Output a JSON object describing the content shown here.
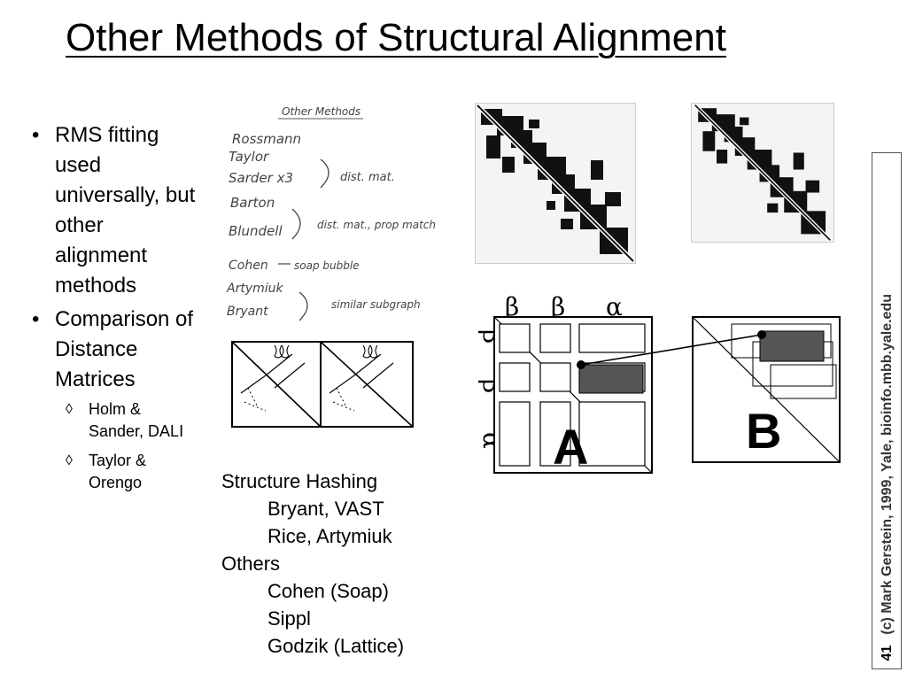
{
  "slide": {
    "title": "Other Methods of Structural Alignment",
    "bullets": [
      {
        "text": "RMS fitting used universally, but other alignment methods"
      },
      {
        "text": "Comparison of Distance Matrices",
        "sub": [
          "Holm & Sander, DALI",
          "Taylor & Orengo"
        ]
      }
    ],
    "lists": {
      "group1_title": "Structure Hashing",
      "group1_items": [
        "Bryant, VAST",
        "Rice, Artymiuk"
      ],
      "group2_title": "Others",
      "group2_items": [
        "Cohen (Soap)",
        "Sippl",
        "Godzik (Lattice)"
      ]
    },
    "handwritten": {
      "heading": "Other Methods",
      "names": [
        "Rossmann",
        "Taylor",
        "Sarder x3",
        "Barton",
        "Blundell",
        "Cohen",
        "Artymiuk",
        "Bryant"
      ],
      "notes": [
        "dist. mat.",
        "dist. mat., prop match",
        "soap bubble",
        "similar subgraph"
      ]
    },
    "diagram": {
      "greek_top": [
        "β",
        "β",
        "α"
      ],
      "greek_side": [
        "β",
        "β",
        "α"
      ],
      "label_a": "A",
      "label_b": "B"
    },
    "footer": {
      "page_number": "41",
      "credit": "(c) Mark Gerstein, 1999, Yale, bioinfo.mbb.yale.edu"
    }
  }
}
